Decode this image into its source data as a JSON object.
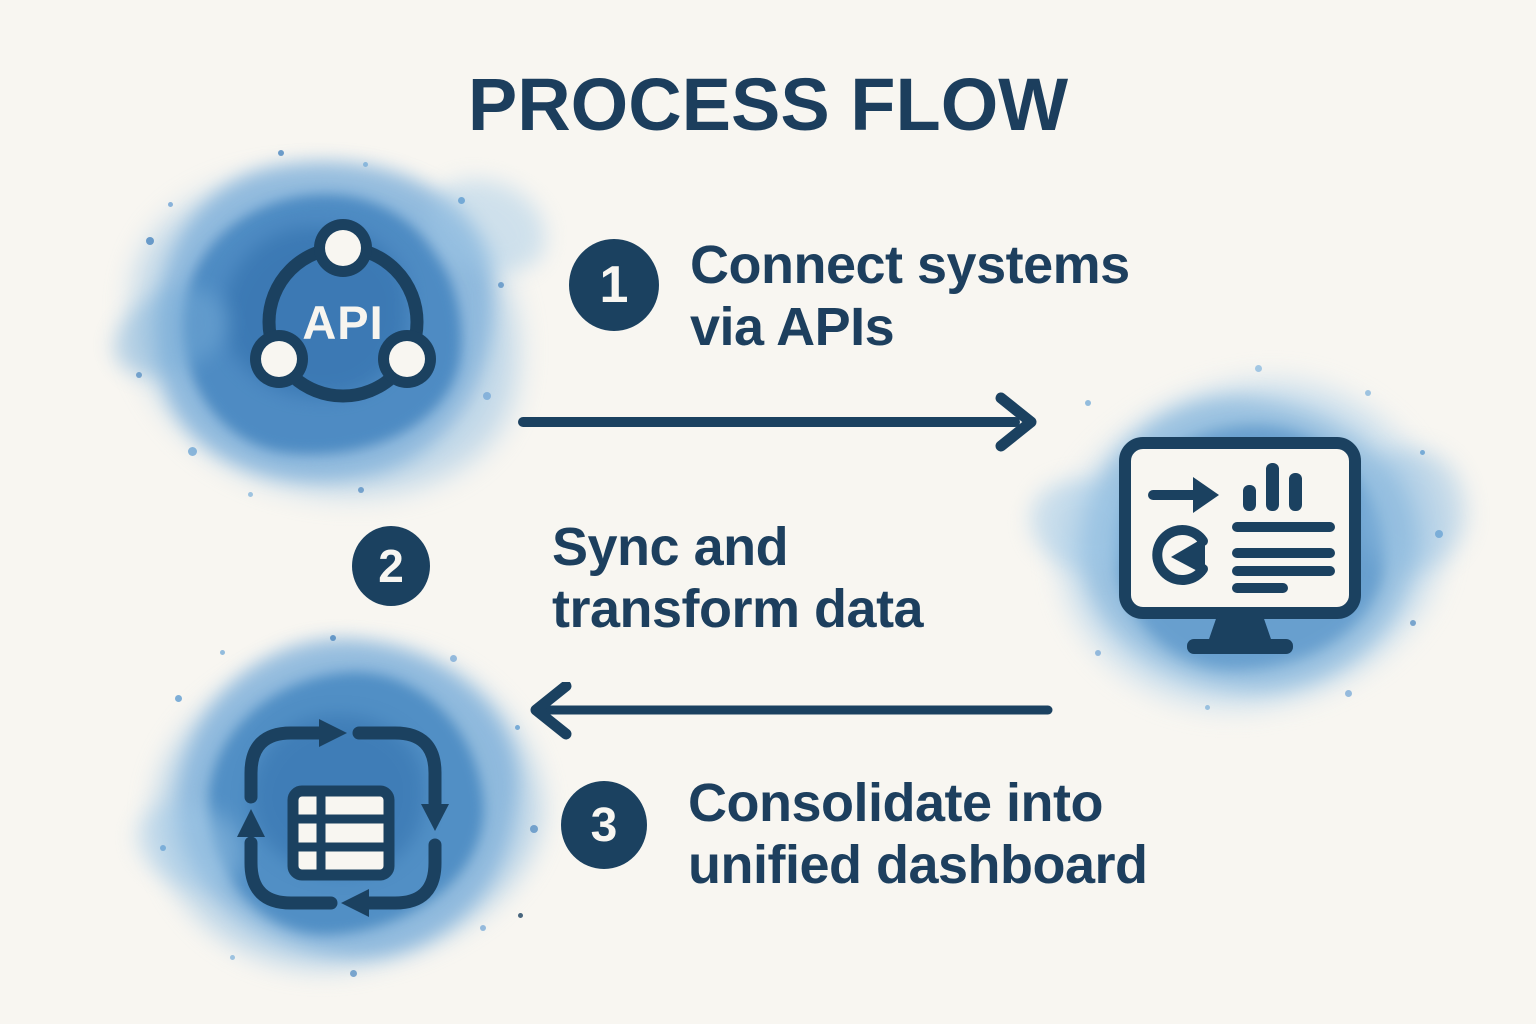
{
  "title": "PROCESS FLOW",
  "steps": [
    {
      "number": "1",
      "line1": "Connect systems",
      "line2": "via APIs"
    },
    {
      "number": "2",
      "line1": "Sync and",
      "line2": "transform data"
    },
    {
      "number": "3",
      "line1": "Consolidate into",
      "line2": "unified dashboard"
    }
  ],
  "icons": {
    "api_label": "API",
    "api": "api-network-icon",
    "dashboard": "dashboard-monitor-icon",
    "sync_table": "table-sync-cycle-icon",
    "arrow_right": "flow-arrow-right-icon",
    "arrow_left": "flow-arrow-left-icon"
  },
  "colors": {
    "navy": "#1b4160",
    "text_navy": "#1d3f5e",
    "watercolor_core": "#3c7ab8",
    "watercolor_mid": "#5f9cd1",
    "watercolor_light": "#a9cde9",
    "background": "#f8f6f1"
  }
}
